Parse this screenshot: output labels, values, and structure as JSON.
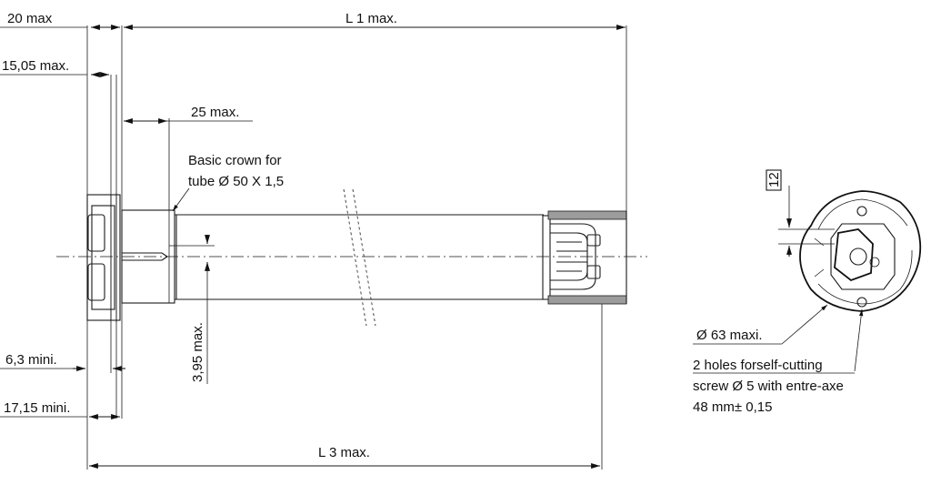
{
  "dimensions": {
    "d20": "20 max",
    "l1": "L 1 max.",
    "d1505": "15,05 max.",
    "d25": "25 max.",
    "d395": "3,95 max.",
    "d63": "6,3 mini.",
    "d1715": "17,15 mini.",
    "l3": "L 3 max.",
    "d12": "12"
  },
  "crown_note": {
    "line1": "Basic crown for",
    "line2": "tube Ø 50 X 1,5"
  },
  "end_view": {
    "diameter": "Ø 63 maxi.",
    "holes_line1": "2 holes forself-cutting",
    "holes_line2": "screw Ø 5 with entre-axe",
    "holes_line3": "48 mm± 0,15"
  }
}
